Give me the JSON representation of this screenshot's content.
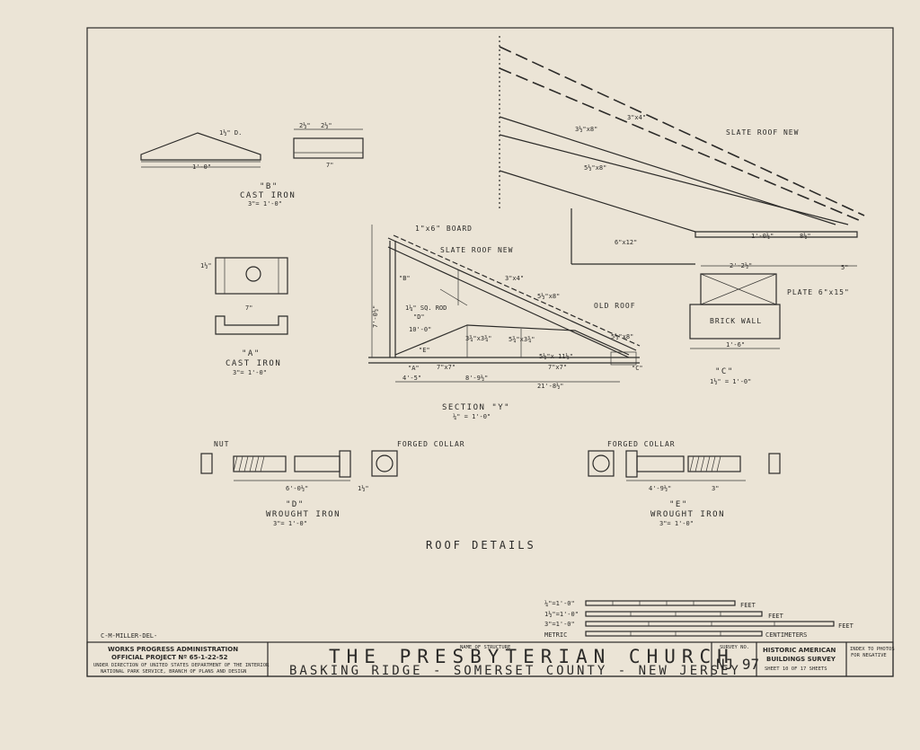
{
  "sheet_title": "ROOF DETAILS",
  "draftsman": "C-M-MILLER-DEL-",
  "details": {
    "B": {
      "mark": "\"B\"",
      "material": "CAST IRON",
      "scale": "3\"= 1'-0\"",
      "dims": [
        "1½\" D.",
        "1'-0\"",
        "2½\"",
        "2½\"",
        "7\""
      ]
    },
    "A": {
      "mark": "\"A\"",
      "material": "CAST IRON",
      "scale": "3\"= 1'-0\"",
      "dims": [
        "7\"",
        "1½\""
      ]
    },
    "section_y": {
      "mark": "SECTION \"Y\"",
      "scale": "¼\" = 1'-0\"",
      "labels": [
        "1\"x6\" BOARD",
        "SLATE ROOF NEW",
        "OLD ROOF",
        "1¼\" SQ. ROD"
      ],
      "members": [
        "3\"x4\"",
        "5½\"x8\"",
        "3¾\"x3¾\"",
        "5¾\"x3¾\"",
        "5½\"x8\"",
        "5½\"x 11½\""
      ],
      "dims": [
        "10'-0\"",
        "7'-0½\"",
        "7\"x7\"",
        "7\"x7\"",
        "4'-5\"",
        "8'-9½\"",
        "21'-8½\""
      ],
      "refs": [
        "\"D\"",
        "\"B\"",
        "\"A\"",
        "\"C\"",
        "\"E\""
      ]
    },
    "C": {
      "mark": "\"C\"",
      "scale": "1½\" = 1'-0\"",
      "labels": [
        "SLATE ROOF NEW",
        "PLATE 6\"x15\"",
        "BRICK WALL"
      ],
      "members": [
        "3½\"x8\"",
        "3\"x4\"",
        "5½\"x8\"",
        "6\"x12\""
      ],
      "dims": [
        "2'-2½\"",
        "5\"",
        "1'-6\"",
        "1'-0½\"",
        "8½\""
      ]
    },
    "D": {
      "mark": "\"D\"",
      "material": "WROUGHT IRON",
      "scale": "3\"= 1'-0\"",
      "labels": [
        "NUT",
        "FORGED COLLAR"
      ],
      "dims": [
        "6'-0½\"",
        "1½\""
      ]
    },
    "E": {
      "mark": "\"E\"",
      "material": "WROUGHT IRON",
      "scale": "3\"= 1'-0\"",
      "labels": [
        "FORGED COLLAR"
      ],
      "dims": [
        "4'-9½\"",
        "3\""
      ]
    }
  },
  "scales": {
    "rows": [
      {
        "label": "¼\"=1'-0\"",
        "unit": "FEET"
      },
      {
        "label": "1½\"=1'-0\"",
        "unit": "FEET"
      },
      {
        "label": "3\"=1'-0\"",
        "unit": "FEET"
      },
      {
        "label": "METRIC",
        "unit": "CENTIMETERS"
      }
    ]
  },
  "title_block": {
    "wpa_line1": "WORKS PROGRESS ADMINISTRATION",
    "wpa_line2": "OFFICIAL PROJECT Nº 65-1-22-52",
    "wpa_line3": "UNDER DIRECTION OF UNITED STATES DEPARTMENT OF THE INTERIOR",
    "wpa_line4": "NATIONAL PARK SERVICE, BRANCH OF PLANS AND DESIGN",
    "name_caption": "NAME OF STRUCTURE",
    "structure_name": "THE PRESBYTERIAN CHURCH",
    "location": "BASKING RIDGE - SOMERSET COUNTY - NEW JERSEY",
    "survey_caption": "SURVEY NO.",
    "survey_no": "NJ 97",
    "habs_line1": "HISTORIC AMERICAN",
    "habs_line2": "BUILDINGS SURVEY",
    "sheet_line": "SHEET 10  OF 17  SHEETS",
    "copy_line1": "INDEX TO PHOTOS",
    "copy_line2": "FOR NEGATIVE"
  }
}
